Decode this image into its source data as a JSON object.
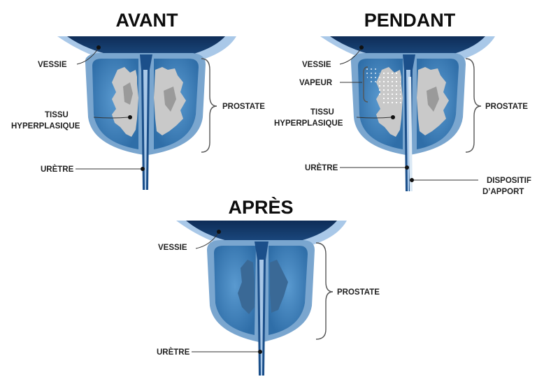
{
  "colors": {
    "bladder": "#1f4f86",
    "bladder_dark": "#0f2f5c",
    "bladder_wall": "#a9c8e8",
    "prostate_outer": "#7aa6cf",
    "prostate_mid": "#4f8fc4",
    "prostate_inner": "#3e7fb8",
    "urethra": "#1b4f8a",
    "tissue": "#c9c9c9",
    "tissue_dark": "#9a9a9a",
    "shrunk_tissue": "#3a6996"
  },
  "panels": {
    "before": {
      "title": "AVANT",
      "labels": {
        "bladder": "VESSIE",
        "tissue_line1": "TISSU",
        "tissue_line2": "HYPERPLASIQUE",
        "urethra": "URÈTRE",
        "prostate": "PROSTATE"
      }
    },
    "during": {
      "title": "PENDANT",
      "labels": {
        "bladder": "VESSIE",
        "vapor": "VAPEUR",
        "tissue_line1": "TISSU",
        "tissue_line2": "HYPERPLASIQUE",
        "urethra": "URÈTRE",
        "prostate": "PROSTATE",
        "device_line1": "DISPOSITIF",
        "device_line2": "D’APPORT"
      }
    },
    "after": {
      "title": "APRÈS",
      "labels": {
        "bladder": "VESSIE",
        "urethra": "URÈTRE",
        "prostate": "PROSTATE"
      }
    }
  }
}
